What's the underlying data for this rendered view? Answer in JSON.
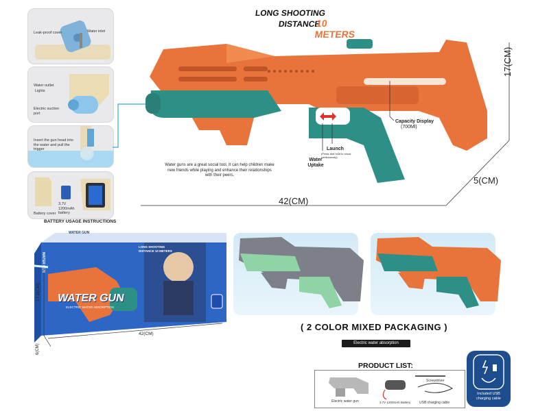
{
  "headline": {
    "line1": "LONG SHOOTING",
    "line2": "DISTANCE",
    "highlight": "10 METERS"
  },
  "dimensions": {
    "length": "42(CM)",
    "height": "17(CM)",
    "width": "5(CM)"
  },
  "panels": {
    "p1": {
      "leak_cover": "Leak-proof cover",
      "water_inlet": "Water inlet"
    },
    "p2": {
      "water_outlet": "Water outlet",
      "lights": "Lights",
      "suction_port": "Electric suction port"
    },
    "p3": {
      "instruction": "Insert the gun head into the water and pull the trigger"
    },
    "p4": {
      "battery": "3.7V 1200mAh battery",
      "battery_cover": "Battery cover"
    },
    "footer": "BATTERY USAGE INSTRUCTIONS"
  },
  "annotations": {
    "capacity": "Capacity Display",
    "capacity_value": "(700Ml)",
    "launch": "Launch",
    "launch_sub": "(Press and hold to shoot continuously)",
    "water_uptake": "Water Uptake"
  },
  "description": "Water guns are a great social tool. It can help children make new friends while playing and enhance their relationships with their peers.",
  "box": {
    "brand": "WATER GUN",
    "sub": "ELECTRIC WATER ABSORPTION",
    "side_brand": "WATER GUN",
    "top_label": "WATER GUN",
    "dim_len": "42(CM)",
    "dim_height": "17.8(CM)",
    "dim_depth": "6(CM)",
    "mini_headline": "LONG SHOOTING DISTANCE 10 METERS"
  },
  "packaging": {
    "title": "( 2 COLOR MIXED PACKAGING )",
    "bar": "Electric water absorption"
  },
  "product_list": {
    "title": "PRODUCT LIST:",
    "items": [
      "Electric water gun",
      "3.7V 1200mAh Battery",
      "Screwdriver",
      "USB charging cable"
    ]
  },
  "usb_badge": "Included USB charging cable",
  "colors": {
    "orange": "#e8743b",
    "teal": "#2e8f86",
    "gray": "#7d8088",
    "mint": "#8fd3a6",
    "navy": "#1d4d8c"
  }
}
